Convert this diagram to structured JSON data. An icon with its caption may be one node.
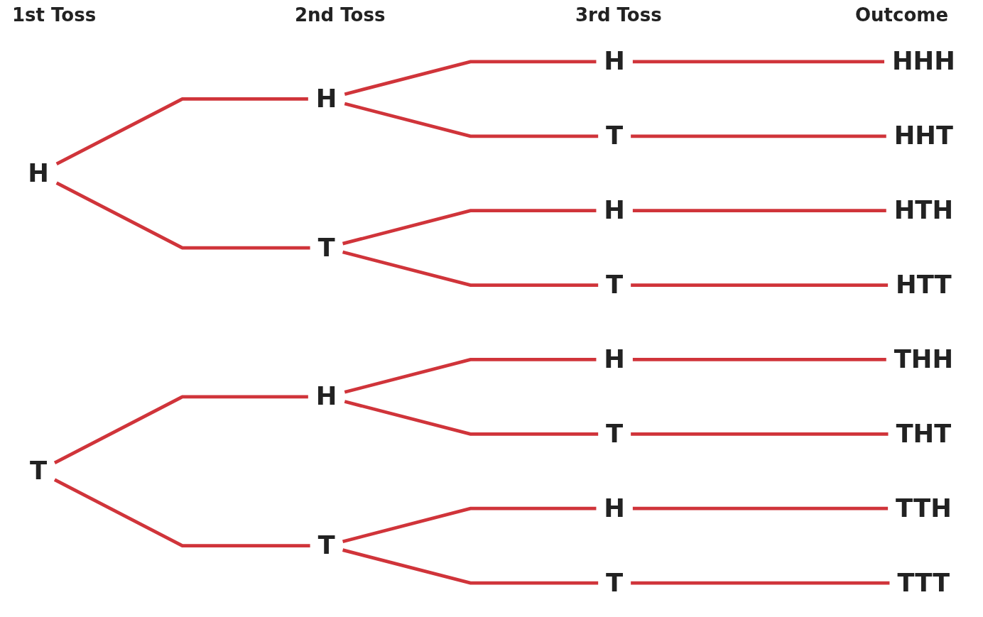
{
  "diagram": {
    "nodes": [
      {
        "text": [
          "H"
        ]
      },
      {
        "text": [
          "T"
        ]
      },
      {
        "text": [
          "H"
        ]
      },
      {
        "text": [
          "T"
        ]
      },
      {
        "text": [
          "H"
        ]
      },
      {
        "text": [
          "T"
        ]
      },
      {
        "text": [
          "H"
        ]
      },
      {
        "text": [
          "T"
        ]
      },
      {
        "text": [
          "H"
        ]
      },
      {
        "text": [
          "T"
        ]
      },
      {
        "text": [
          "H"
        ]
      },
      {
        "text": [
          "T"
        ]
      },
      {
        "text": [
          "H"
        ]
      },
      {
        "text": [
          "T"
        ]
      },
      {
        "text": [
          "HHH"
        ]
      },
      {
        "text": [
          "HHT"
        ]
      },
      {
        "text": [
          "HTH"
        ]
      },
      {
        "text": [
          "HTT"
        ]
      },
      {
        "text": [
          "THH"
        ]
      },
      {
        "text": [
          "THT"
        ]
      },
      {
        "text": [
          "TTH"
        ]
      },
      {
        "text": [
          "TTT"
        ]
      }
    ],
    "edges": [
      {
        "from": 0,
        "to": 2,
        "arrow": "none"
      },
      {
        "from": 0,
        "to": 3,
        "arrow": "none"
      },
      {
        "from": 1,
        "to": 4,
        "arrow": "none"
      },
      {
        "from": 1,
        "to": 5,
        "arrow": "none"
      },
      {
        "from": 2,
        "to": 6,
        "arrow": "none"
      },
      {
        "from": 2,
        "to": 7,
        "arrow": "none"
      },
      {
        "from": 3,
        "to": 8,
        "arrow": "none"
      },
      {
        "from": 3,
        "to": 9,
        "arrow": "none"
      },
      {
        "from": 4,
        "to": 10,
        "arrow": "none"
      },
      {
        "from": 4,
        "to": 11,
        "arrow": "none"
      },
      {
        "from": 5,
        "to": 12,
        "arrow": "none"
      },
      {
        "from": 5,
        "to": 13,
        "arrow": "none"
      },
      {
        "from": 6,
        "to": 14,
        "arrow": "none"
      },
      {
        "from": 7,
        "to": 15,
        "arrow": "none"
      },
      {
        "from": 8,
        "to": 16,
        "arrow": "none"
      },
      {
        "from": 9,
        "to": 17,
        "arrow": "none"
      },
      {
        "from": 10,
        "to": 18,
        "arrow": "none"
      },
      {
        "from": 11,
        "to": 19,
        "arrow": "none"
      },
      {
        "from": 12,
        "to": 20,
        "arrow": "none"
      },
      {
        "from": 13,
        "to": 21,
        "arrow": "none"
      }
    ],
    "labels": [
      "1st Toss",
      "2nd Toss",
      "3rd Toss",
      "Outcome"
    ]
  }
}
